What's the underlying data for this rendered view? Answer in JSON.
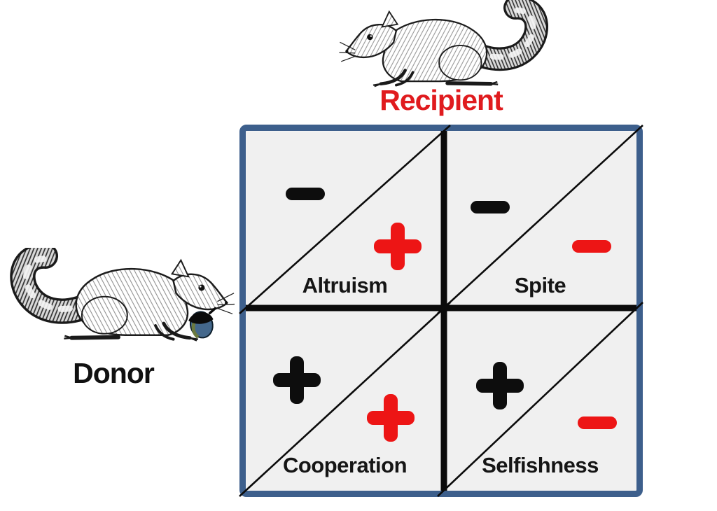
{
  "header": {
    "recipient_label": "Recipient",
    "recipient_color": "#e01b1e"
  },
  "side": {
    "donor_label": "Donor",
    "donor_color": "#111111"
  },
  "matrix": {
    "frame_color": "#3d5f8c",
    "cell_background": "#f0f0f0",
    "grid_line_color": "#0b0b0b",
    "donor_sign_color": "#0d0d0d",
    "recipient_sign_color": "#ed1515",
    "quadrants": [
      {
        "name": "Altruism",
        "donor_effect": "−",
        "recipient_effect": "+"
      },
      {
        "name": "Spite",
        "donor_effect": "−",
        "recipient_effect": "−"
      },
      {
        "name": "Cooperation",
        "donor_effect": "+",
        "recipient_effect": "+"
      },
      {
        "name": "Selfishness",
        "donor_effect": "+",
        "recipient_effect": "−"
      }
    ]
  },
  "icons": {
    "recipient_squirrel": "squirrel-line-drawing-facing-left",
    "donor_squirrel": "squirrel-line-drawing-facing-right-holding-acorn",
    "acorn": "blue-black-acorn"
  }
}
